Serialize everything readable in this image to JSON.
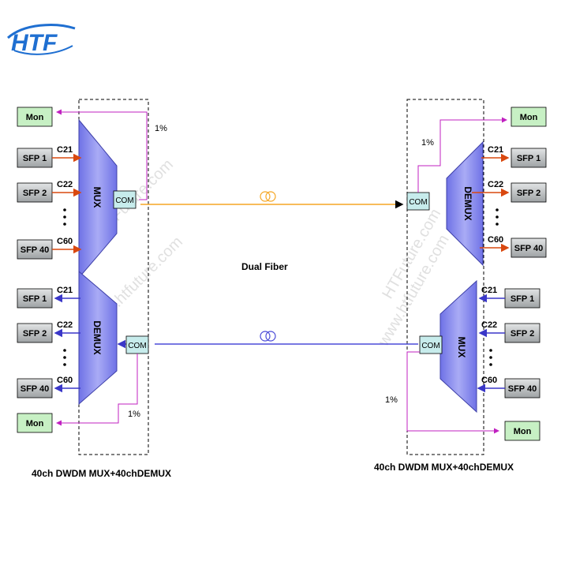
{
  "logo": {
    "text": "HTF",
    "color": "#1f6fd1"
  },
  "watermark": {
    "text": "HTFuture.com",
    "url": "www.htfuture.com"
  },
  "colors": {
    "trap_fill": "#8d8ff0",
    "trap_stroke": "#3d3fa8",
    "sfp_fill": "#b9bcbd",
    "mon_fill": "#c7f0c4",
    "com_fill": "#c7ecec",
    "red_arrow": "#d9480f",
    "blue_arrow": "#3a37c8",
    "magenta": "#c020c0",
    "orange_fiber": "#f5a623",
    "blue_fiber": "#4b4bd8"
  },
  "center_label": "Dual Fiber",
  "left": {
    "mon_top": "Mon",
    "mon_bottom": "Mon",
    "mux_label": "MUX",
    "demux_label": "DEMUX",
    "com_top": "COM",
    "com_bottom": "COM",
    "pct_top": "1%",
    "pct_bottom": "1%",
    "mux_ports": [
      {
        "sfp": "SFP 1",
        "channel": "C21"
      },
      {
        "sfp": "SFP 2",
        "channel": "C22"
      },
      {
        "sfp": "SFP 40",
        "channel": "C60"
      }
    ],
    "demux_ports": [
      {
        "sfp": "SFP 1",
        "channel": "C21"
      },
      {
        "sfp": "SFP 2",
        "channel": "C22"
      },
      {
        "sfp": "SFP 40",
        "channel": "C60"
      }
    ],
    "caption": "40ch DWDM MUX+40chDEMUX"
  },
  "right": {
    "mon_top": "Mon",
    "mon_bottom": "Mon",
    "demux_label": "DEMUX",
    "mux_label": "MUX",
    "com_top": "COM",
    "com_bottom": "COM",
    "pct_top": "1%",
    "pct_bottom": "1%",
    "demux_ports": [
      {
        "sfp": "SFP 1",
        "channel": "C21"
      },
      {
        "sfp": "SFP 2",
        "channel": "C22"
      },
      {
        "sfp": "SFP 40",
        "channel": "C60"
      }
    ],
    "mux_ports": [
      {
        "sfp": "SFP 1",
        "channel": "C21"
      },
      {
        "sfp": "SFP 2",
        "channel": "C22"
      },
      {
        "sfp": "SFP 40",
        "channel": "C60"
      }
    ],
    "caption": "40ch DWDM MUX+40chDEMUX"
  }
}
